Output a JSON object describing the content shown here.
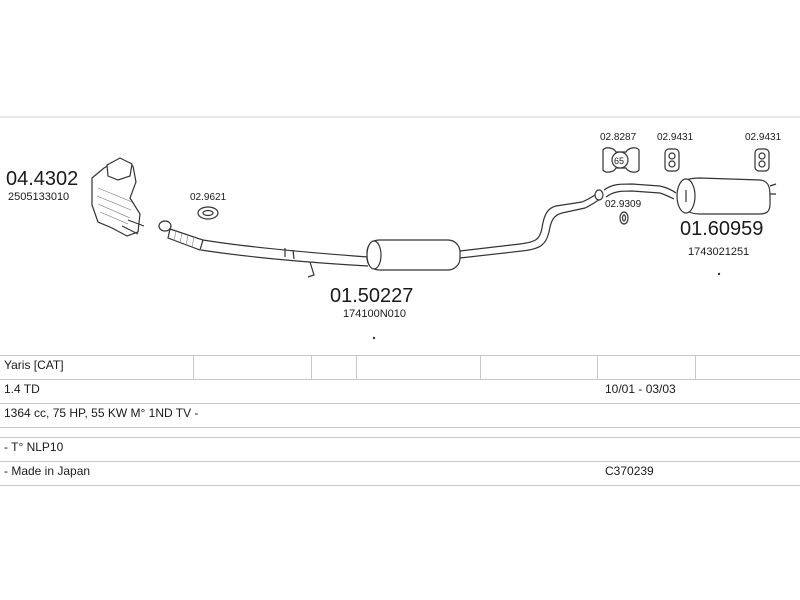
{
  "parts": {
    "cat_code": "04.4302",
    "cat_oem": "2505133010",
    "gasket_code": "02.9621",
    "middle_code": "01.50227",
    "middle_oem": "174100N010",
    "clamp_code": "02.8287",
    "clamp_badge": "65",
    "ring1_code": "02.9431",
    "ring2_code": "02.9431",
    "rubber_code": "02.9309",
    "rear_code": "01.60959",
    "rear_oem": "1743021251"
  },
  "table": {
    "model": "Yaris  [CAT]",
    "engine": "1.4 TD",
    "date_range": "10/01 - 03/03",
    "spec": "1364 cc, 75 HP, 55 KW M° 1ND TV -",
    "type": "- T° NLP10",
    "origin": "- Made in Japan",
    "ref": "C370239"
  }
}
